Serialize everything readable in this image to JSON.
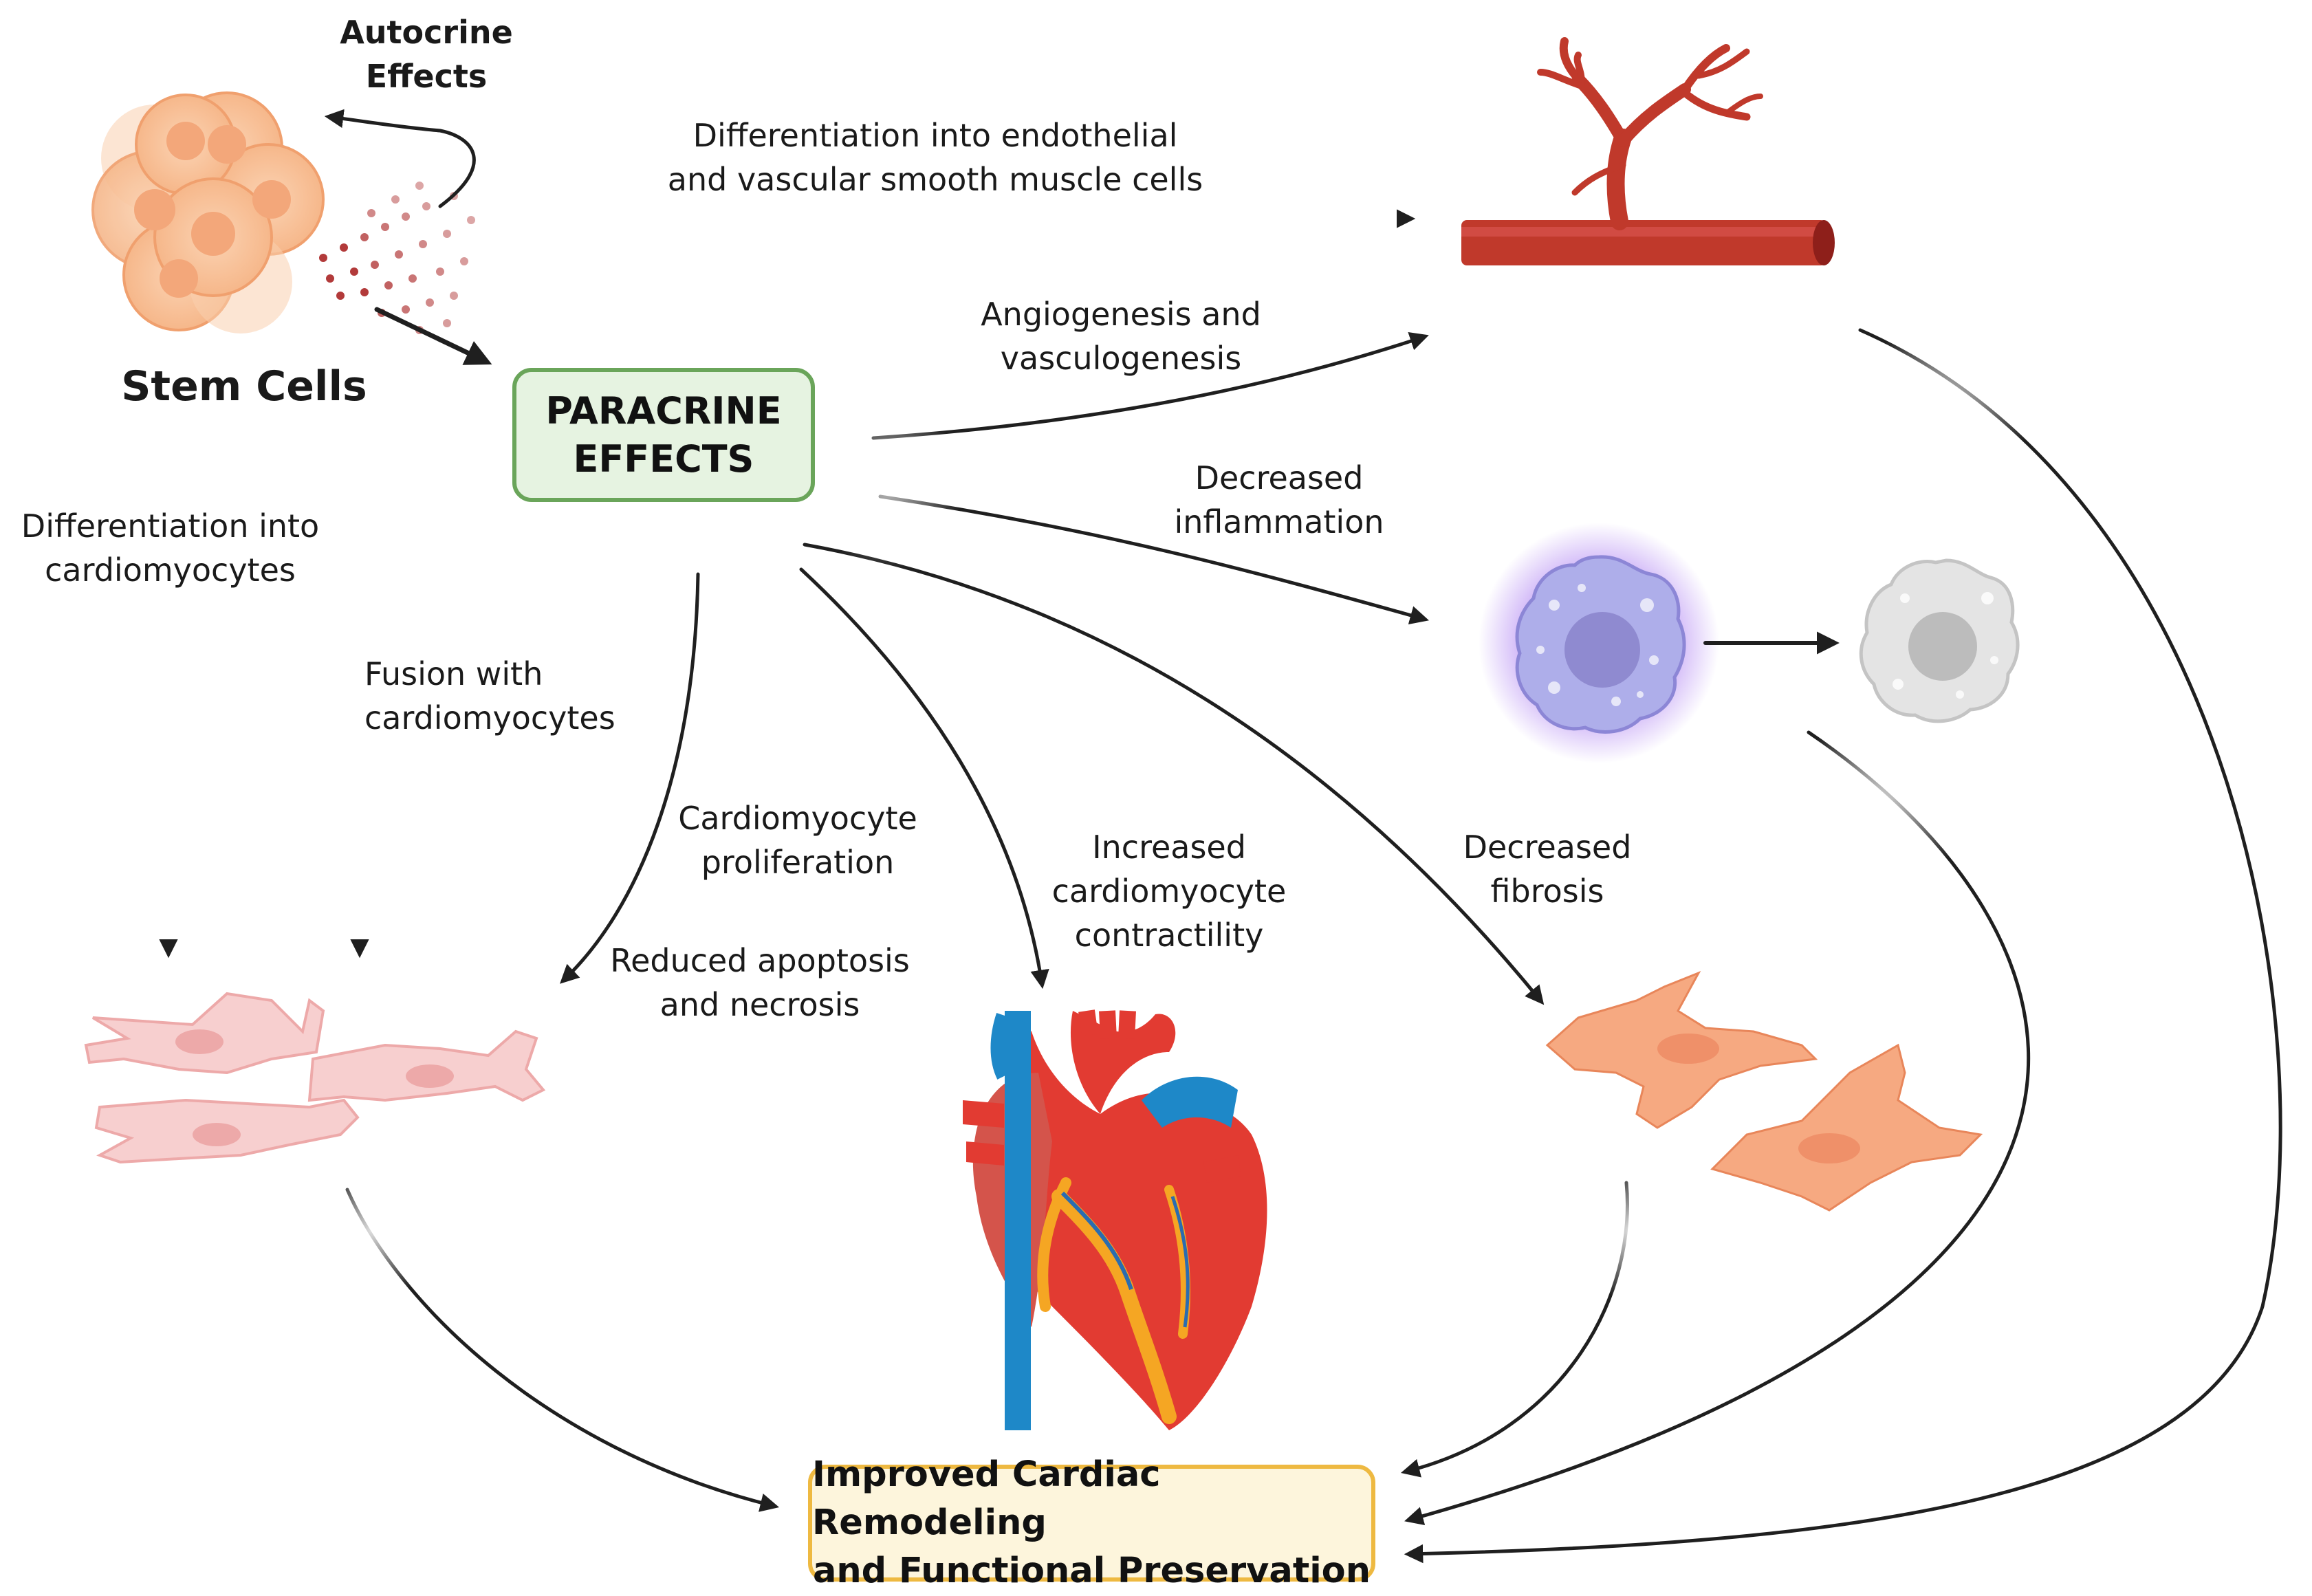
{
  "title": "",
  "nodes": {
    "stem_cells": "Stem Cells",
    "autocrine": [
      "Autocrine",
      "Effects"
    ],
    "paracrine": [
      "PARACRINE",
      "EFFECTS"
    ],
    "outcome": [
      "Improved Cardiac Remodeling",
      "and Functional Preservation"
    ]
  },
  "edge_labels": {
    "diff_vascular": [
      "Differentiation into endothelial",
      "and vascular smooth muscle cells"
    ],
    "angiogenesis": [
      "Angiogenesis and",
      "vasculogenesis"
    ],
    "inflammation": [
      "Decreased",
      "inflammation"
    ],
    "diff_cardio": [
      "Differentiation into",
      "cardiomyocytes"
    ],
    "fusion": [
      "Fusion with",
      "cardiomyocytes"
    ],
    "proliferation": [
      "Cardiomyocyte",
      "proliferation"
    ],
    "apoptosis": [
      "Reduced apoptosis",
      "and necrosis"
    ],
    "contractility": [
      "Increased",
      "cardiomyocyte",
      "contractility"
    ],
    "fibrosis": [
      "Decreased",
      "fibrosis"
    ]
  },
  "colors": {
    "paracrine_fill": "#e6f3e1",
    "paracrine_border": "#6aa55a",
    "outcome_fill": "#fdf5dc",
    "outcome_border": "#eeb941",
    "vessel": "#c0392b",
    "heart_red": "#e8433a",
    "heart_blue": "#1e88c8",
    "fibroblast": "#f4a47c",
    "cardiomyocyte": "#f6c9c9",
    "macrophage_active": "#a9a7e0",
    "macrophage_resting": "#dcdcdc",
    "arrow": "#1f1f1f"
  },
  "icons": {
    "stem_cells": "stem-cell-cluster-icon",
    "vessel": "blood-vessel-icon",
    "macrophage_active": "activated-macrophage-icon",
    "macrophage_resting": "resting-macrophage-icon",
    "cardiomyocytes": "cardiomyocyte-cells-icon",
    "heart": "heart-icon",
    "fibroblasts": "fibroblast-icon"
  }
}
